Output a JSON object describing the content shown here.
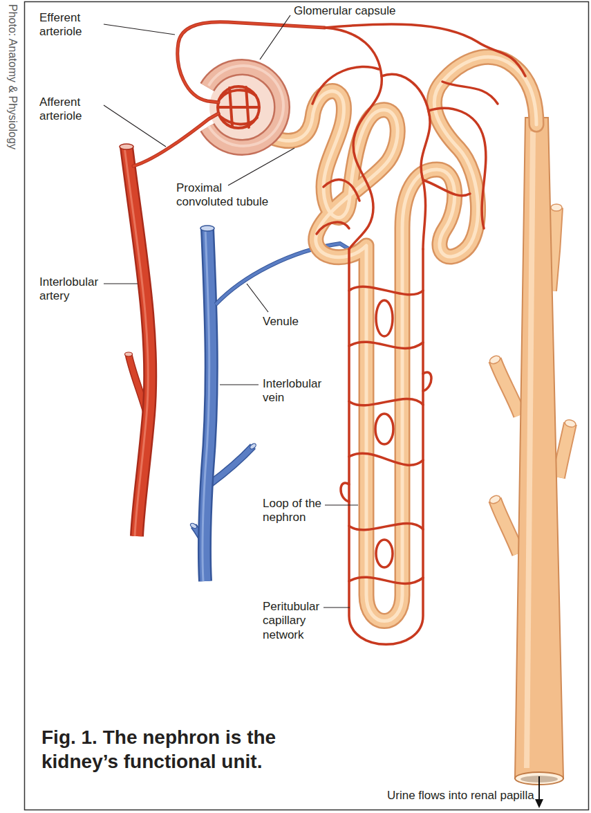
{
  "diagram": {
    "caption": "Fig. 1. The nephron is the kidney’s functional unit.",
    "labels": [
      "Photo: Anatomy & Physiology",
      "Glomerular capsule",
      "Efferent arteriole",
      "Afferent arteriole",
      "Proximal convoluted tubule",
      "Interlobular artery",
      "Venule",
      "Interlobular vein",
      "Loop of the nephron",
      "Peritubular capillary network",
      "Urine flows into renal papilla"
    ]
  }
}
